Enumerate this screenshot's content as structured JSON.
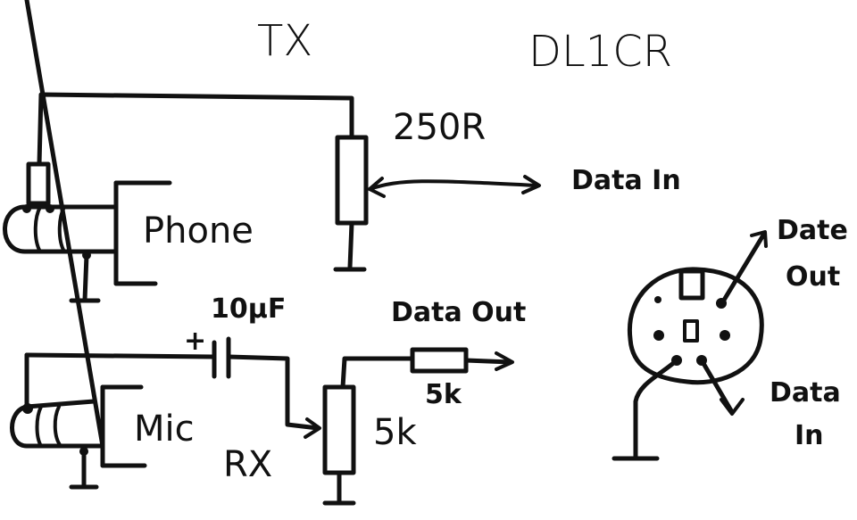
{
  "diagram": {
    "title_left": "TX",
    "title_right": "DL1CR",
    "section_rx": "RX",
    "tx": {
      "phone_jack_label": "Phone",
      "pot_value": "250R",
      "wiper_label": "Data In"
    },
    "rx": {
      "mic_jack_label": "Mic",
      "capacitor_value": "10µF",
      "capacitor_polarity": "+",
      "pot_value": "5k",
      "series_resistor_value": "5k",
      "output_label": "Data Out"
    },
    "connector": {
      "pin_out_label_line1": "Date",
      "pin_out_label_line2": "Out",
      "pin_in_label_line1": "Data",
      "pin_in_label_line2": "In"
    },
    "colors": {
      "ink": "#111111",
      "paper": "#ffffff"
    }
  }
}
